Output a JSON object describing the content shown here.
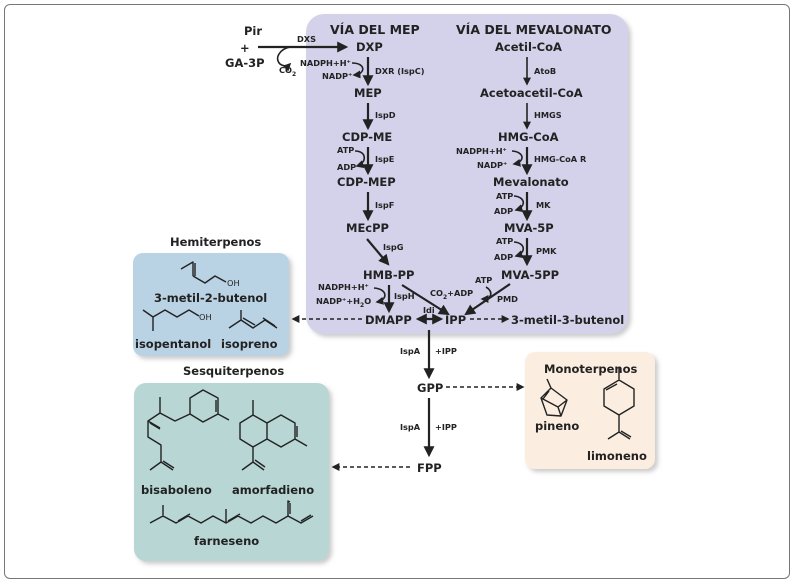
{
  "headers": {
    "mep": "VÍA DEL MEP",
    "mevalonate": "VÍA DEL MEVALONATO"
  },
  "inputs": {
    "pir": "Pir",
    "plus": "+",
    "ga3p": "GA-3P",
    "dxs": "DXS",
    "co2": "CO",
    "co2_sub": "2"
  },
  "mep": {
    "dxp": "DXP",
    "nadph1": "NADPH+H⁺",
    "nadp1": "NADP⁺",
    "dxr": "DXR (IspC)",
    "mep": "MEP",
    "ispd": "IspD",
    "cdpme": "CDP-ME",
    "atp1": "ATP",
    "adp1": "ADP",
    "ispe": "IspE",
    "cdpmep": "CDP-MEP",
    "ispf": "IspF",
    "mecpp": "MEcPP",
    "ispg": "IspG",
    "hmbpp": "HMB-PP",
    "nadph2": "NADPH+H⁺",
    "nadp2": "NADP⁺+H",
    "nadp2_sub": "2",
    "nadp2_o": "O",
    "isph": "IspH"
  },
  "mva": {
    "acetilcoa": "Acetil-CoA",
    "atob": "AtoB",
    "acetoacetil": "Acetoacetil-CoA",
    "hmgs": "HMGS",
    "hmgcoa": "HMG-CoA",
    "nadph": "NADPH+H⁺",
    "nadp": "NADP⁺",
    "hmgcoar": "HMG-CoA R",
    "mevalonato": "Mevalonato",
    "atp1": "ATP",
    "adp1": "ADP",
    "mk": "MK",
    "mva5p": "MVA-5P",
    "atp2": "ATP",
    "adp2": "ADP",
    "pmk": "PMK",
    "mva5pp": "MVA-5PP",
    "atp3": "ATP",
    "co2adp": "CO",
    "co2adp_sub": "2",
    "co2adp_rest": "+ADP",
    "pmd": "PMD"
  },
  "central": {
    "dmapp": "DMAPP",
    "idi": "Idi",
    "ipp": "IPP",
    "metilbutenol": "3-metil-3-butenol",
    "ispa1": "IspA",
    "plusipp1": "+IPP",
    "gpp": "GPP",
    "ispa2": "IspA",
    "plusipp2": "+IPP",
    "fpp": "FPP"
  },
  "hemiterpenos": {
    "title": "Hemiterpenos",
    "oh1": "OH",
    "mol1": "3-metil-2-butenol",
    "oh2": "OH",
    "mol2": "isopentanol",
    "mol3": "isopreno",
    "bg": "#b9d2e4"
  },
  "monoterpenos": {
    "title": "Monoterpenos",
    "mol1": "pineno",
    "mol2": "limoneno",
    "bg": "#fbeee0"
  },
  "sesquiterpenos": {
    "title": "Sesquiterpenos",
    "mol1": "bisaboleno",
    "mol2": "amorfadieno",
    "mol3": "farneseno",
    "bg": "#b8d6d4"
  },
  "colors": {
    "pathway_bg": "#d4d1ea",
    "text": "#222222"
  }
}
